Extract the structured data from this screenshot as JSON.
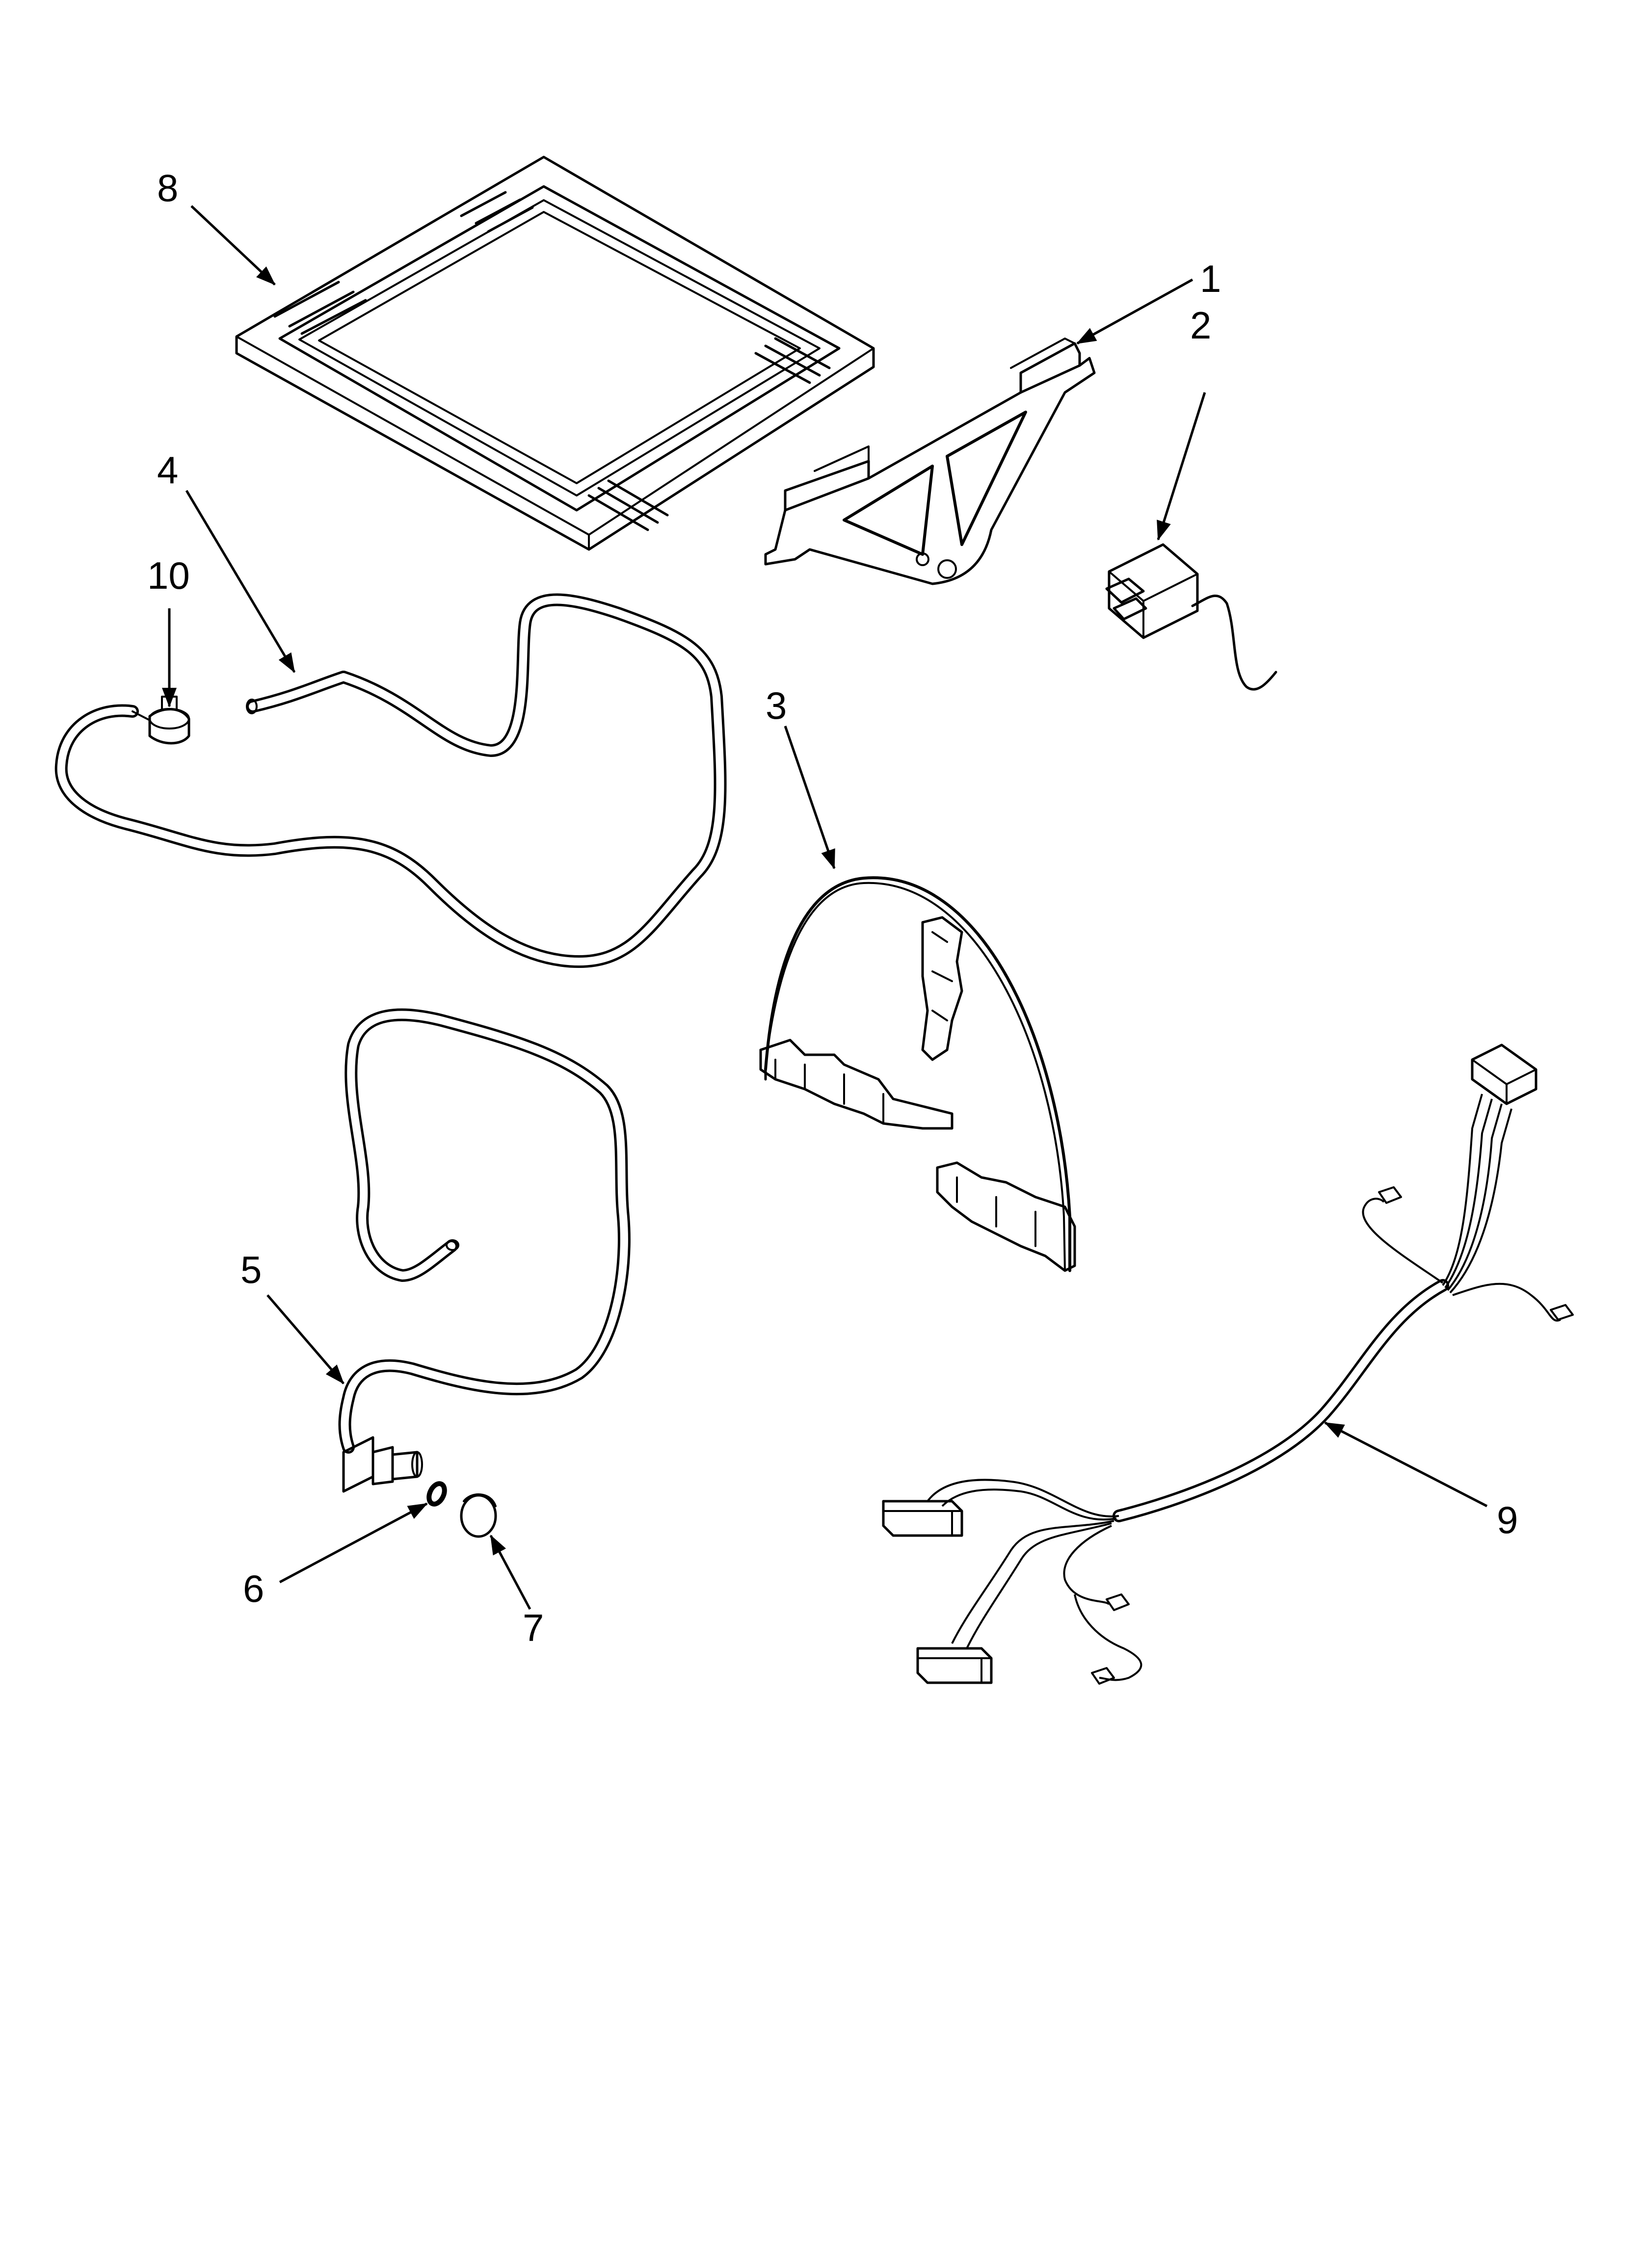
{
  "callouts": {
    "c1": "1",
    "c2": "2",
    "c3": "3",
    "c4": "4",
    "c5": "5",
    "c6": "6",
    "c7": "7",
    "c8": "8",
    "c9": "9",
    "c10": "10"
  },
  "colors": {
    "line": "#000000",
    "background": "#ffffff"
  }
}
